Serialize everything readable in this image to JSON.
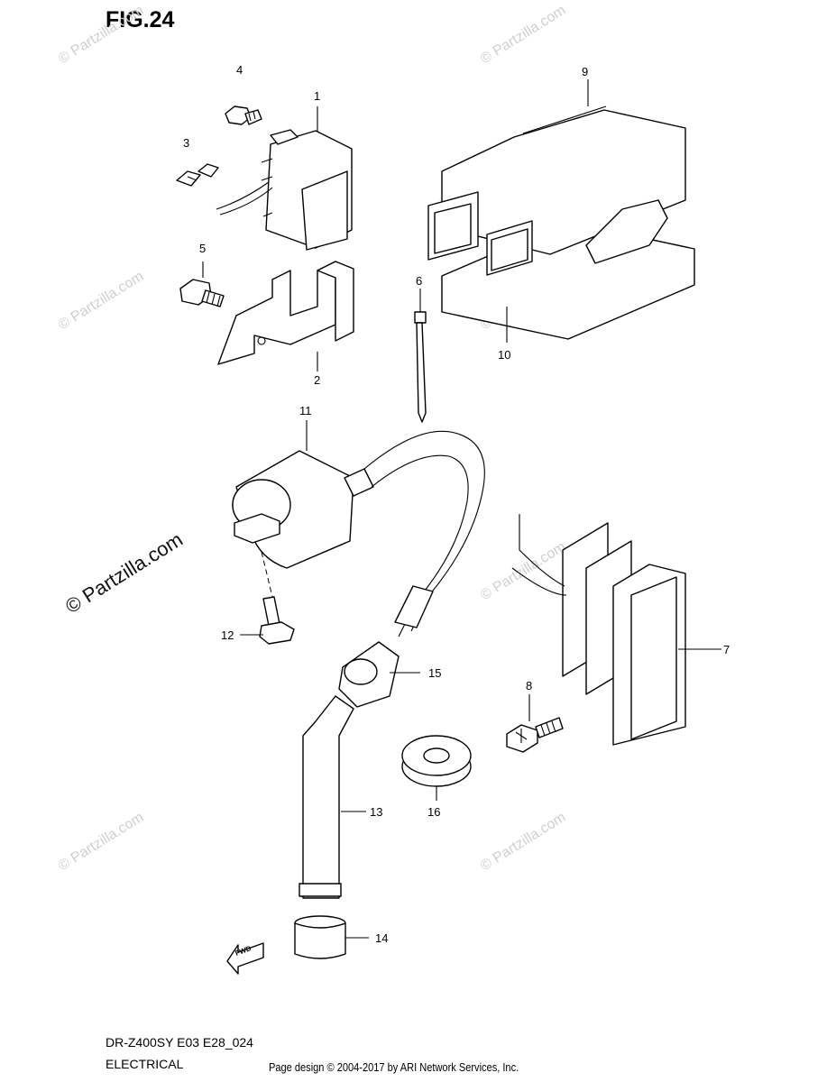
{
  "title": "FIG.24",
  "footer": {
    "model": "DR-Z400SY E03 E28_024",
    "section": "ELECTRICAL",
    "credit": "Page design © 2004-2017 by ARI Network Services, Inc."
  },
  "watermark": {
    "text": "© Partzilla.com"
  },
  "fwd_arrow": "FWD",
  "callouts": {
    "c1": "1",
    "c2": "2",
    "c3": "3",
    "c4": "4",
    "c5": "5",
    "c6": "6",
    "c7": "7",
    "c8": "8",
    "c9": "9",
    "c10": "10",
    "c11": "11",
    "c12": "12",
    "c13": "13",
    "c14": "14",
    "c15": "15",
    "c16": "16"
  }
}
